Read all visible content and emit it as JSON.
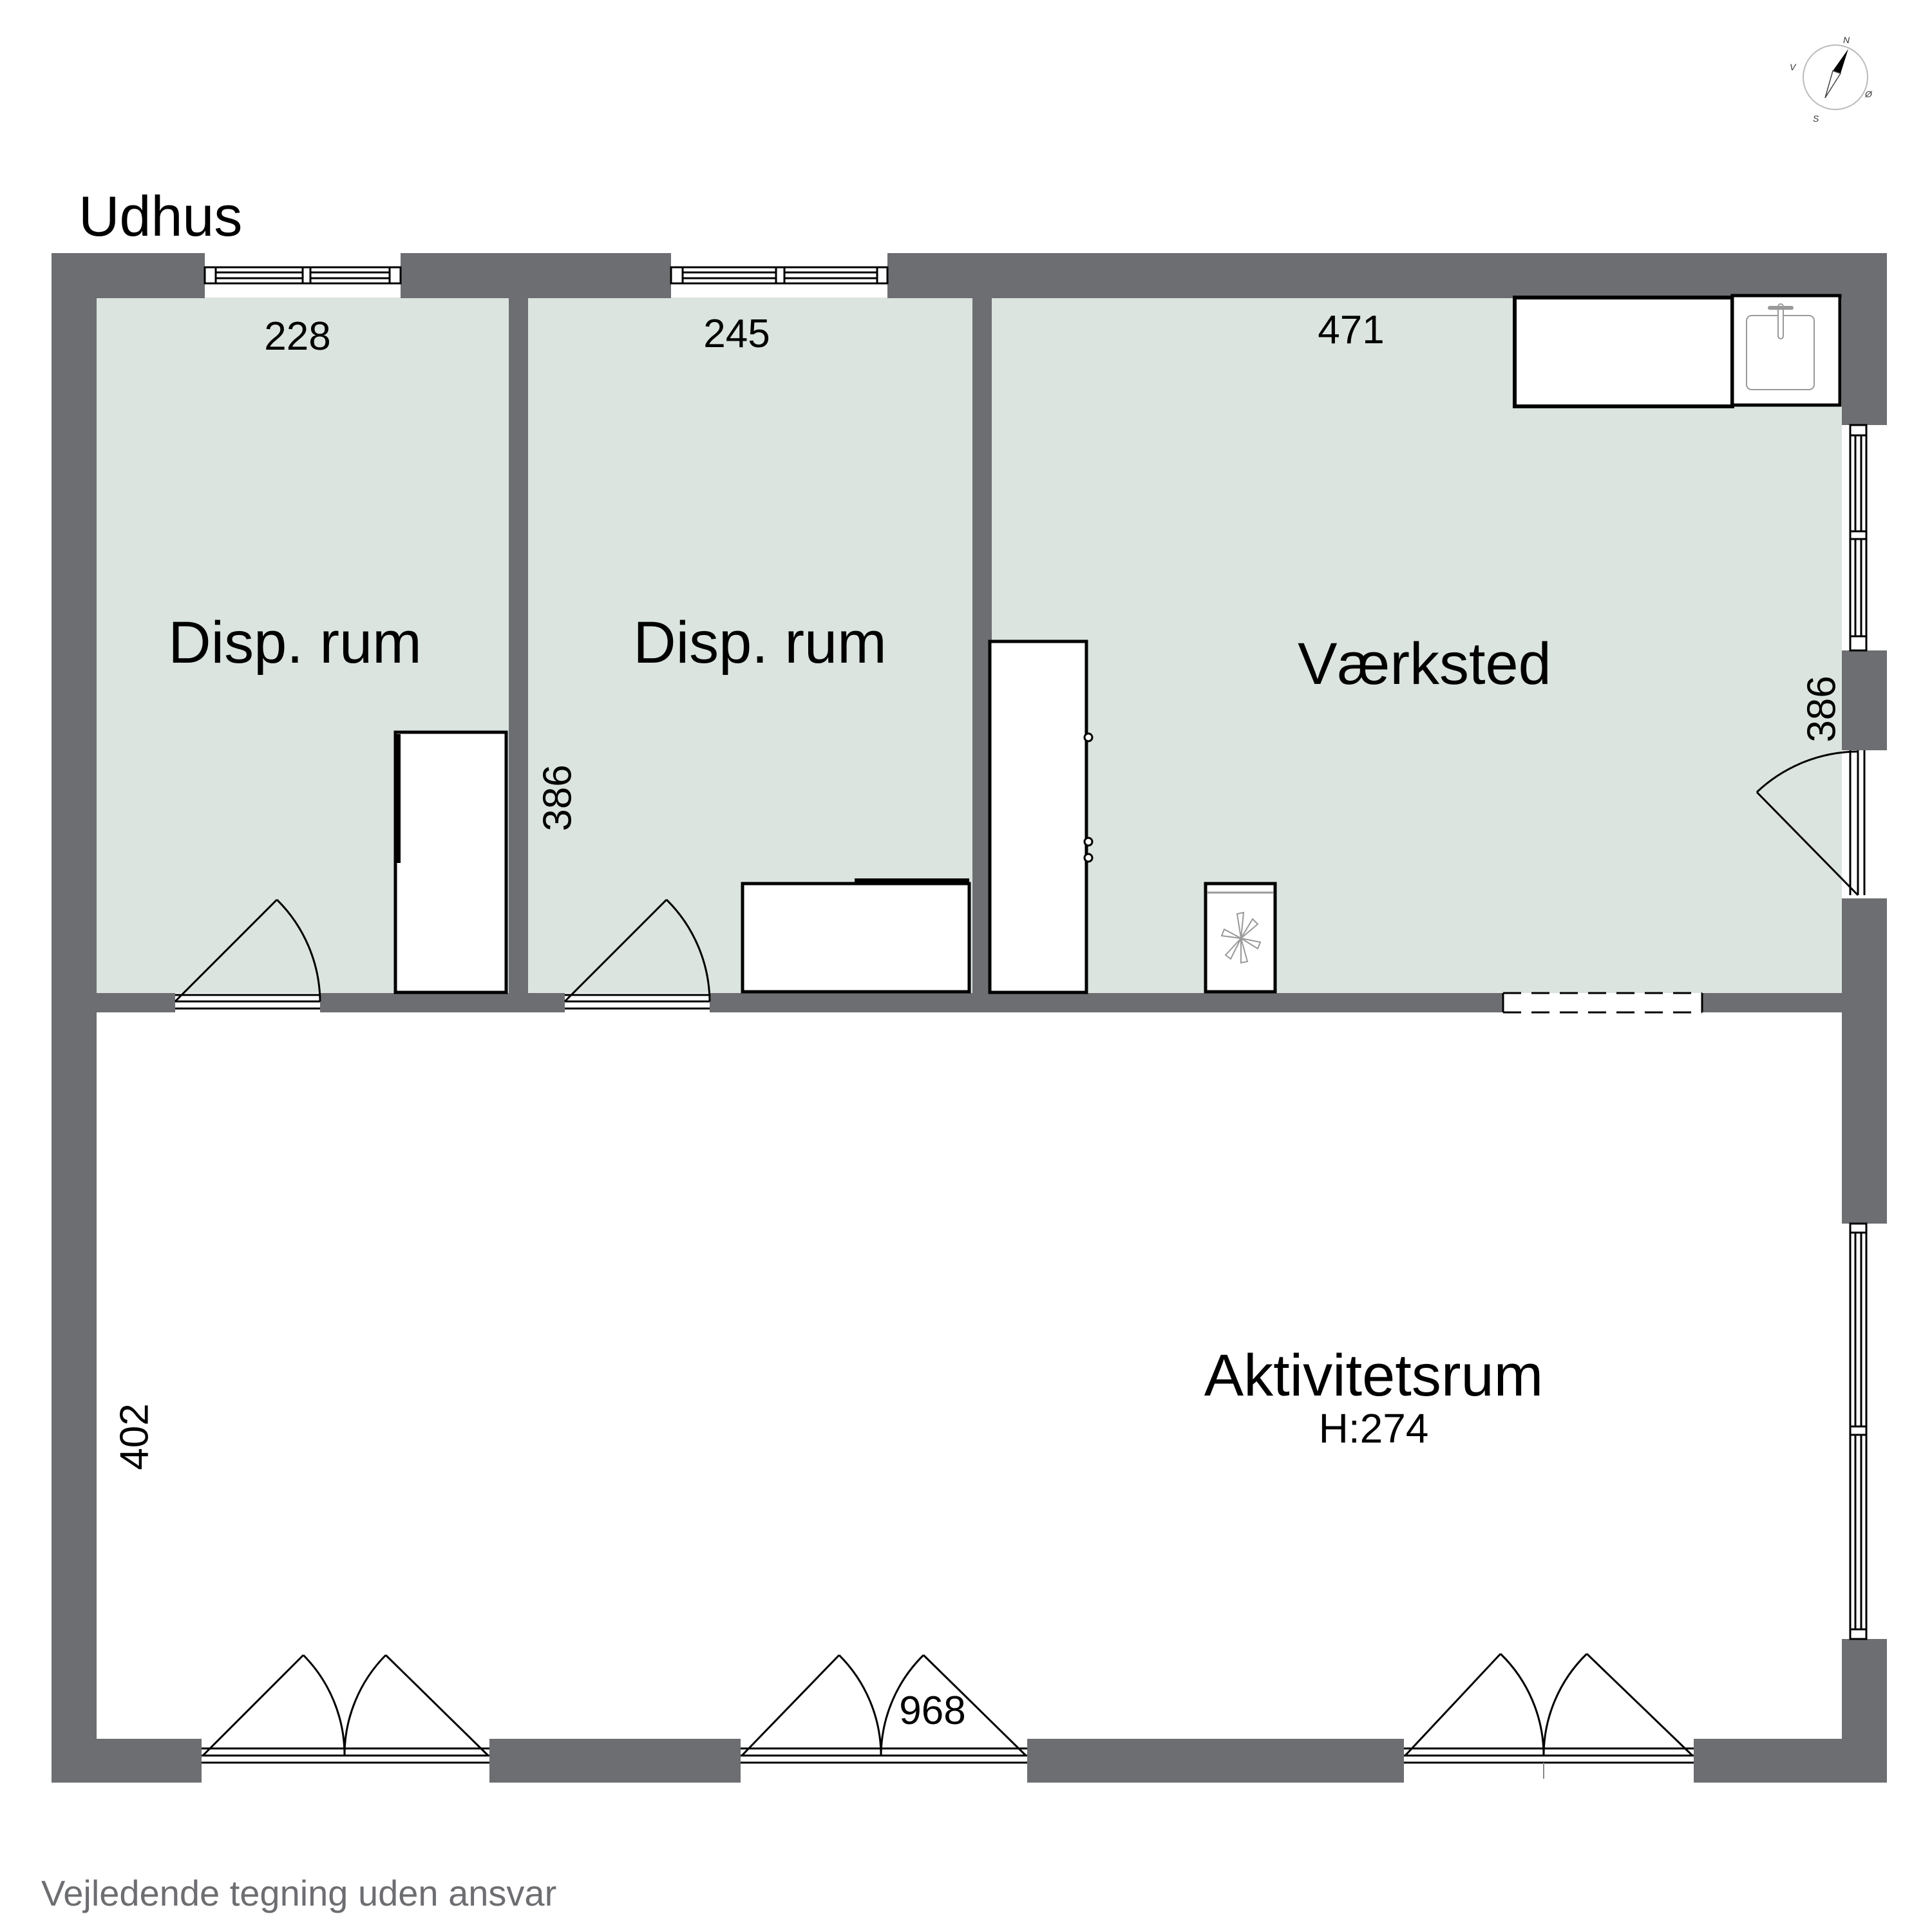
{
  "plan": {
    "title": "Udhus",
    "disclaimer": "Vejledende tegning uden ansvar",
    "colors": {
      "wall": "#6d6e71",
      "room_fill": "#dbe4df",
      "open_fill": "#ffffff",
      "line": "#000000"
    }
  },
  "compass": {
    "north": "N",
    "south": "S",
    "east": "Ø",
    "west": "V"
  },
  "rooms": [
    {
      "name": "Disp. rum",
      "width_dim": "228",
      "depth_dim": "386"
    },
    {
      "name": "Disp. rum",
      "width_dim": "245"
    },
    {
      "name": "Værksted",
      "width_dim": "471",
      "depth_dim": "386"
    },
    {
      "name": "Aktivitetsrum",
      "height": "H:274",
      "width_dim": "968",
      "depth_dim": "402"
    }
  ],
  "fixtures": [
    {
      "type": "cabinet",
      "room": "Disp. rum 1"
    },
    {
      "type": "bench",
      "room": "Disp. rum 2"
    },
    {
      "type": "tall-cabinet",
      "room": "Værksted"
    },
    {
      "type": "washing-machine",
      "room": "Værksted"
    },
    {
      "type": "counter",
      "room": "Værksted"
    },
    {
      "type": "sink",
      "room": "Værksted"
    }
  ]
}
